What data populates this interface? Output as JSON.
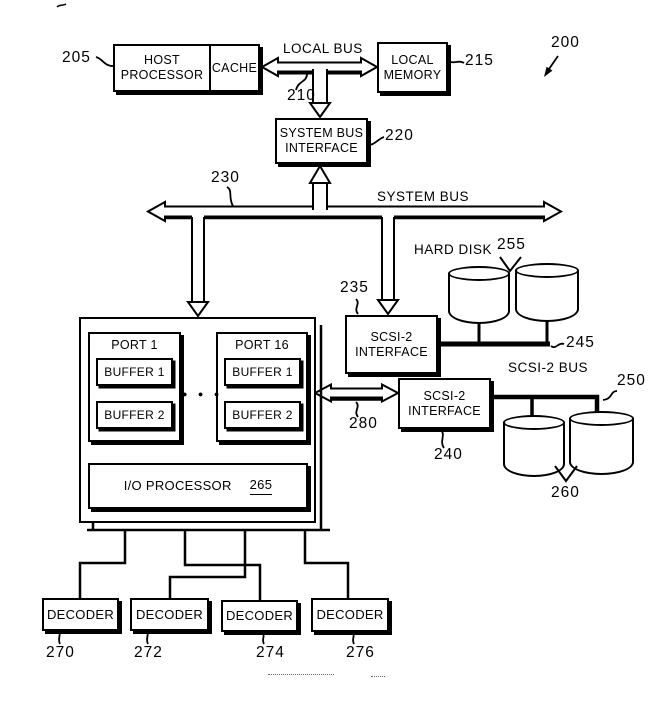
{
  "figure_ref": "200",
  "buses": {
    "local_bus": {
      "label": "LOCAL BUS",
      "ref": "210"
    },
    "system_bus": {
      "label": "SYSTEM BUS",
      "ref": "230"
    },
    "scsi2_bus": {
      "label": "SCSI-2 BUS",
      "ref": "250"
    },
    "hard_disk_bus_ref": "245",
    "port_link_ref": "280"
  },
  "host_processor": {
    "line1": "HOST",
    "line2": "PROCESSOR",
    "cache": "CACHE",
    "ref": "205"
  },
  "local_memory": {
    "line1": "LOCAL",
    "line2": "MEMORY",
    "ref": "215"
  },
  "system_bus_interface": {
    "line1": "SYSTEM BUS",
    "line2": "INTERFACE",
    "ref": "220"
  },
  "scsi_interface_upper": {
    "line1": "SCSI-2",
    "line2": "INTERFACE",
    "ref": "235"
  },
  "scsi_interface_lower": {
    "line1": "SCSI-2",
    "line2": "INTERFACE",
    "ref": "240"
  },
  "hard_disks": {
    "label": "HARD DISK",
    "ref": "255"
  },
  "scsi_disks": {
    "ref": "260"
  },
  "io_controller": {
    "port1": {
      "title": "PORT 1",
      "buffer1": "BUFFER 1",
      "buffer2": "BUFFER 2"
    },
    "port16": {
      "title": "PORT 16",
      "buffer1": "BUFFER 1",
      "buffer2": "BUFFER 2"
    },
    "ellipsis": "● ● ●",
    "io_processor": {
      "title": "I/O PROCESSOR",
      "ref": "265"
    }
  },
  "decoders": [
    {
      "title": "DECODER",
      "ref": "270"
    },
    {
      "title": "DECODER",
      "ref": "272"
    },
    {
      "title": "DECODER",
      "ref": "274"
    },
    {
      "title": "DECODER",
      "ref": "276"
    }
  ]
}
